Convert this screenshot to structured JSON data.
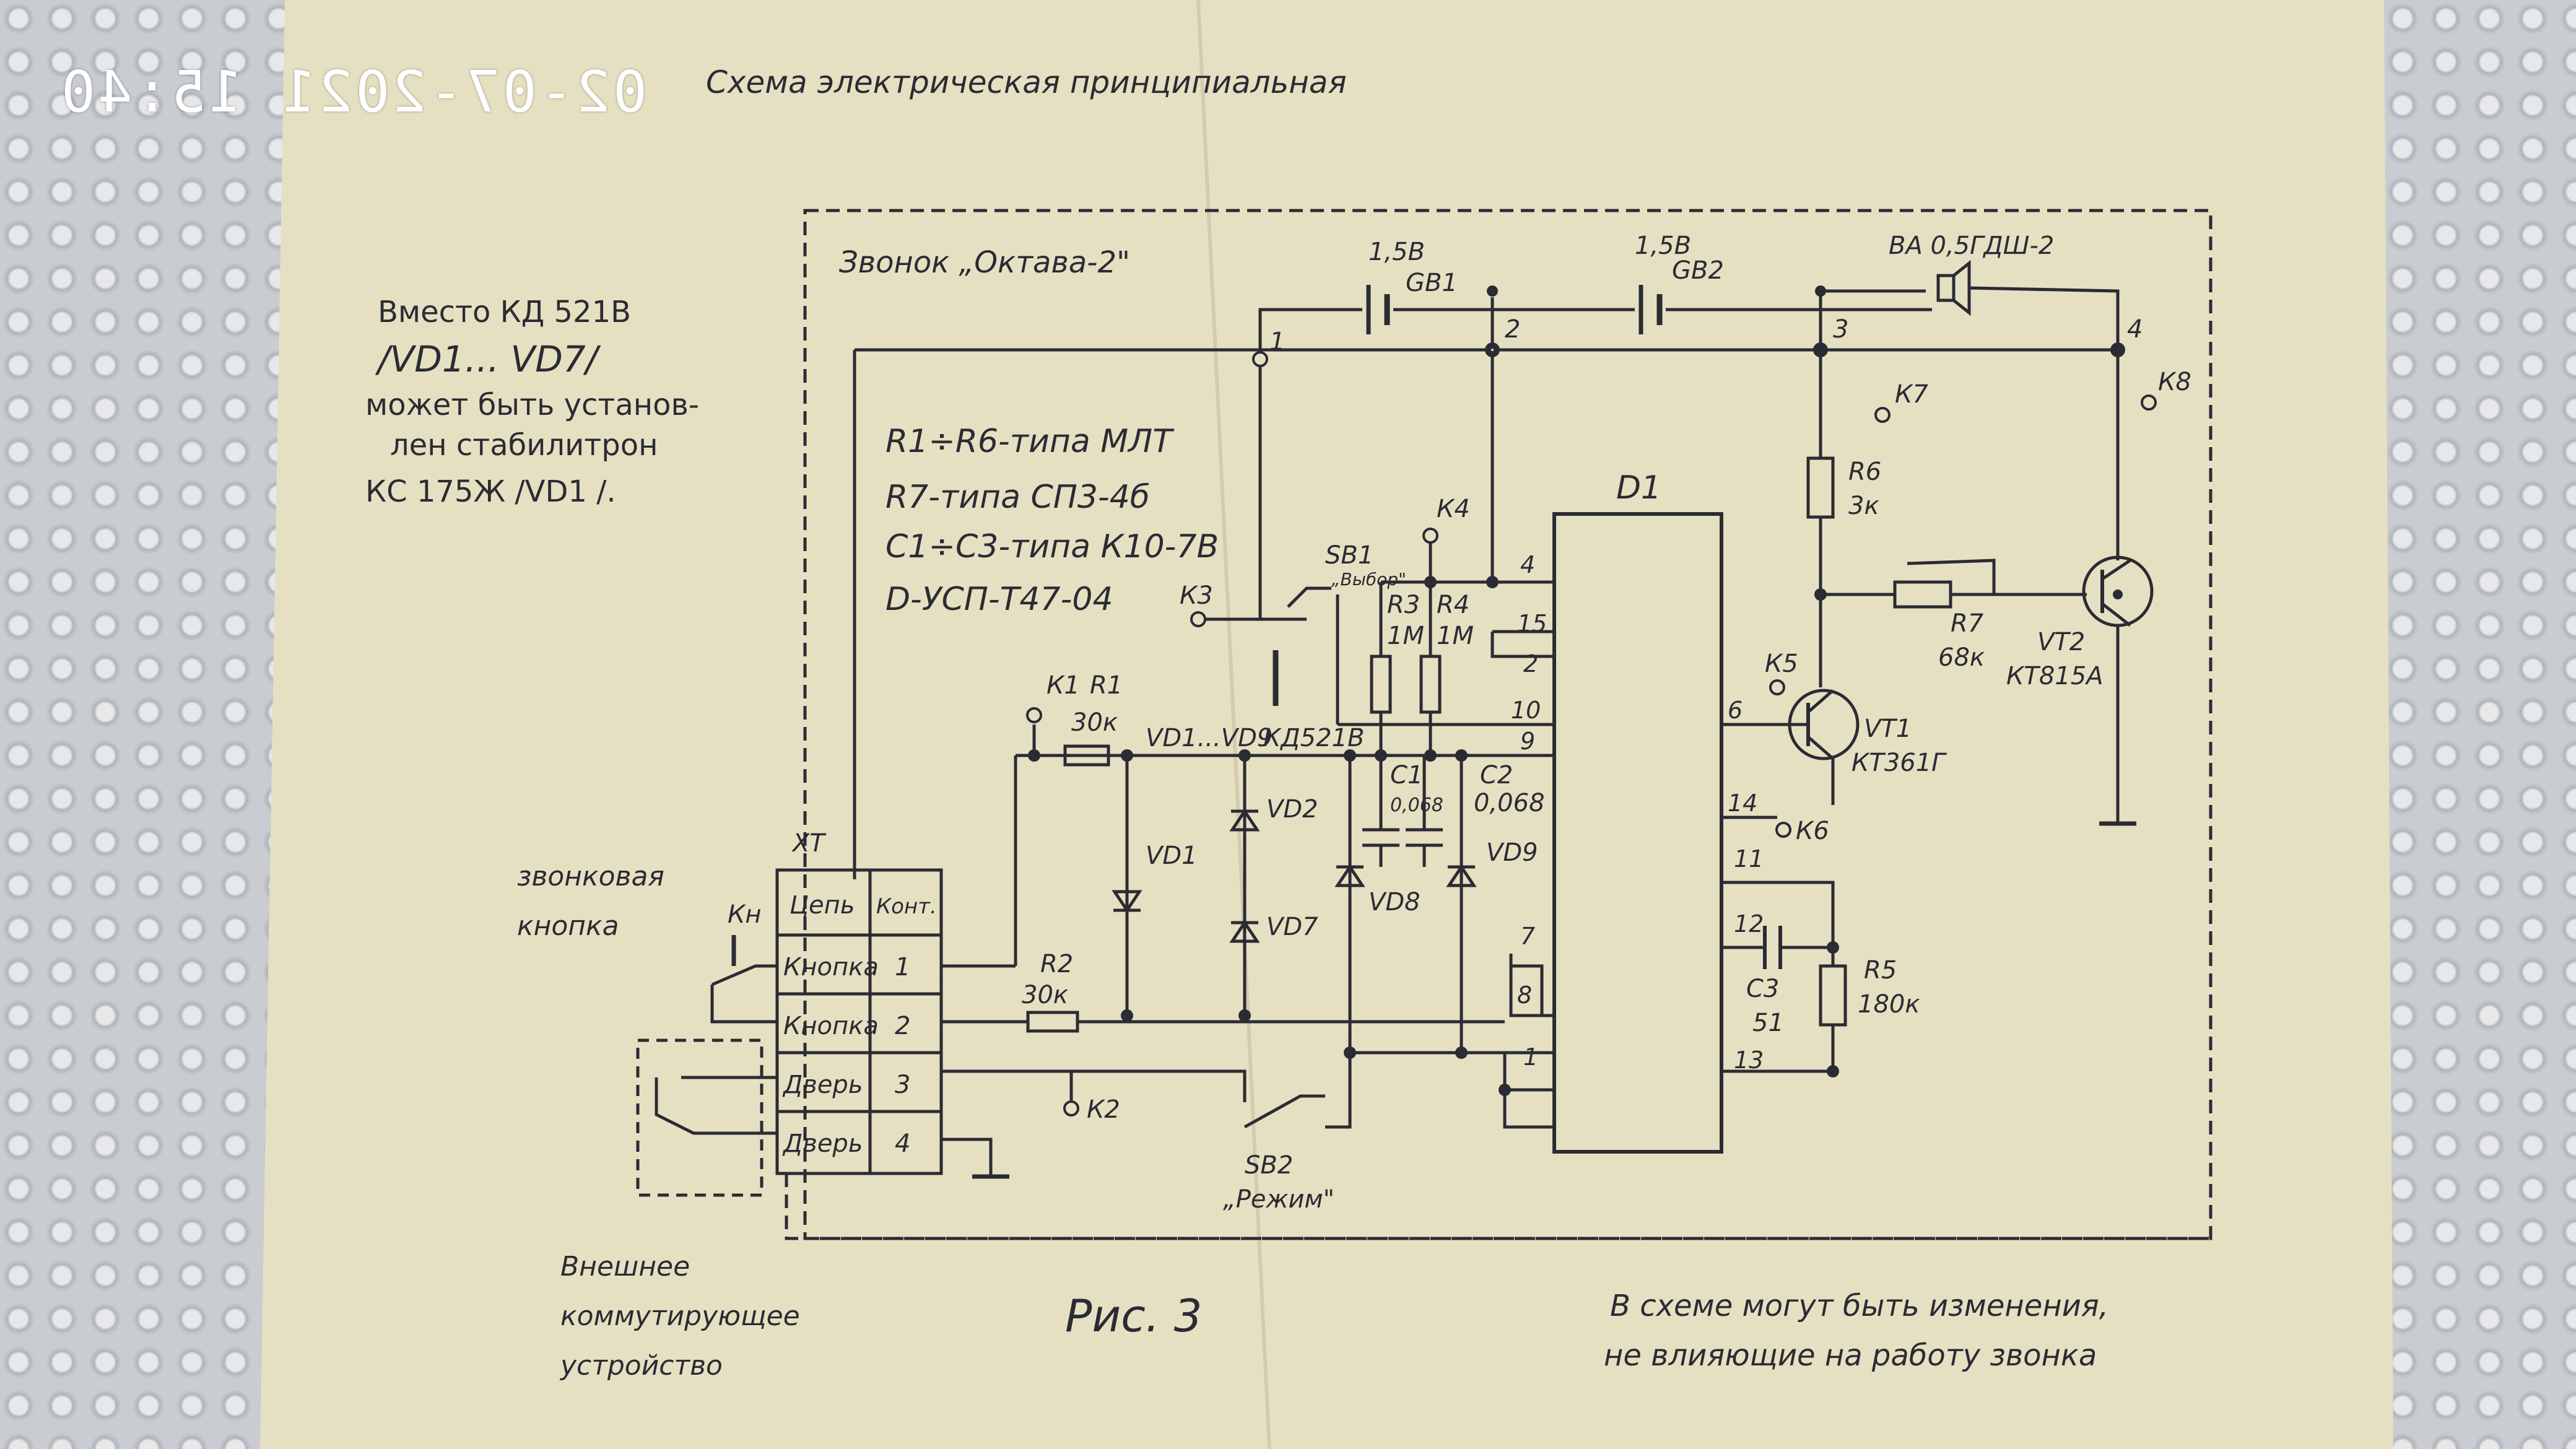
{
  "stamp": "02-07-2021 15:40",
  "title": "Схема электрическая принципиальная",
  "frame_label": "Звонок „Октава-2\"",
  "note": {
    "l1": "Вместо КД 521В",
    "l2": "/VD1... VD7/",
    "l3": "может быть установ-",
    "l4": "лен стабилитрон",
    "l5": "КС 175Ж /VD1 /."
  },
  "specs": {
    "s1": "R1÷R6-типа МЛТ",
    "s2": "R7-типа СП3-4б",
    "s3": "С1÷С3-типа К10-7В",
    "s4": "D-УСП-Т47-04"
  },
  "components": {
    "v1": "1,5В",
    "gb1": "GB1",
    "v2": "1,5В",
    "gb2": "GB2",
    "ba": "ВА 0,5ГДШ-2",
    "n1": "1",
    "n2": "2",
    "n3": "3",
    "n4": "4",
    "k7": "К7",
    "k8": "К8",
    "k4": "К4",
    "k3": "К3",
    "k5": "К5",
    "k6": "К6",
    "k2": "К2",
    "k1": "К1",
    "r6": "R6",
    "r6v": "3к",
    "r7": "R7",
    "r7v": "68к",
    "vt2": "VT2",
    "vt2t": "КТ815А",
    "vt1": "VT1",
    "vt1t": "КТ361Г",
    "d1": "D1",
    "sb1": "SB1",
    "sb1n": "„Выбор\"",
    "r3": "R3",
    "r3v": "1М",
    "r4": "R4",
    "r4v": "1М",
    "r1": "R1",
    "r1v": "30к",
    "vdset": "VD1...VD9",
    "kd": "КД521В",
    "c1": "С1",
    "c1v": "0,068",
    "c2": "С2",
    "c2v": "0,068",
    "vd1": "VD1",
    "vd2": "VD2",
    "vd7": "VD7",
    "vd8": "VD8",
    "vd9": "VD9",
    "r2": "R2",
    "r2v": "30к",
    "c3": "С3",
    "c3v": "51",
    "r5": "R5",
    "r5v": "180к",
    "sb2": "SB2",
    "sb2n": "„Режим\"",
    "kn": "Кн",
    "xt": "XT",
    "p4": "4",
    "p15": "15",
    "p2": "2",
    "p10": "10",
    "p9": "9",
    "p6": "6",
    "p14": "14",
    "p11": "11",
    "p12": "12",
    "p13": "13",
    "p7": "7",
    "p8": "8",
    "p1": "1"
  },
  "xt_table": {
    "h1": "Цепь",
    "h2": "Конт.",
    "r1a": "Кнопка",
    "r1b": "1",
    "r2a": "Кнопка",
    "r2b": "2",
    "r3a": "Дверь",
    "r3b": "3",
    "r4a": "Дверь",
    "r4b": "4"
  },
  "labels": {
    "btn1": "звонковая",
    "btn2": "кнопка",
    "ext1": "Внешнее",
    "ext2": "коммутирующее",
    "ext3": "устройство",
    "fig": "Рис. 3",
    "foot1": "В схеме могут быть изменения,",
    "foot2": "не влияющие на работу звонка"
  },
  "colors": {
    "ink": "#2b2b33",
    "paper": "#e6e0c3",
    "stamp": "#ffffff"
  }
}
